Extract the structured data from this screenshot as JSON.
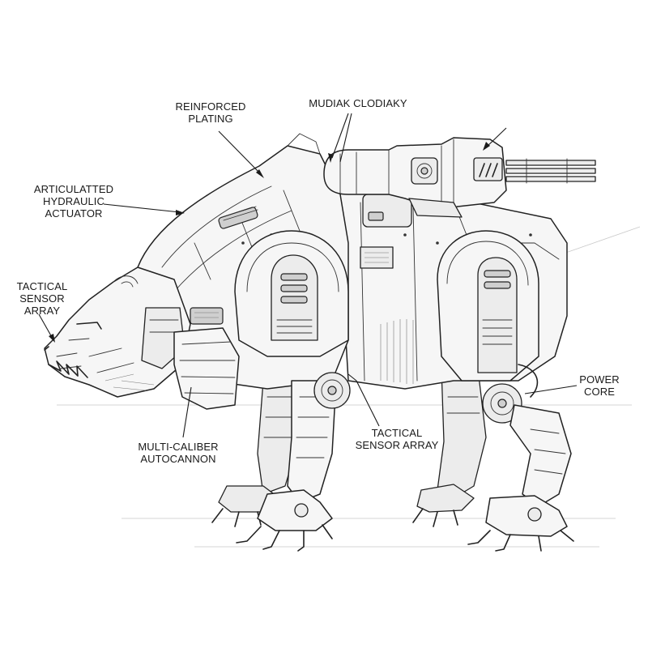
{
  "labels": {
    "reinforced_plating": "REINFORCED\nPLATING",
    "mudiak_clodiaky": "MUDIAK CLODIAKY",
    "articulated_actuator": "ARTICULATTED\nHYDRAULIC\nACTUATOR",
    "tactical_sensor_left": "TACTICAL\nSENSOR ARRAY",
    "multi_caliber": "MULTI-CALIBER\nAUTOCANNON",
    "tactical_sensor_center": "TACTICAL\nSENSOR ARRAY",
    "power_core": "POWER\nCORE"
  },
  "colors": {
    "ink": "#222222",
    "paper": "#ffffff",
    "shade": "#e6e6e6"
  }
}
